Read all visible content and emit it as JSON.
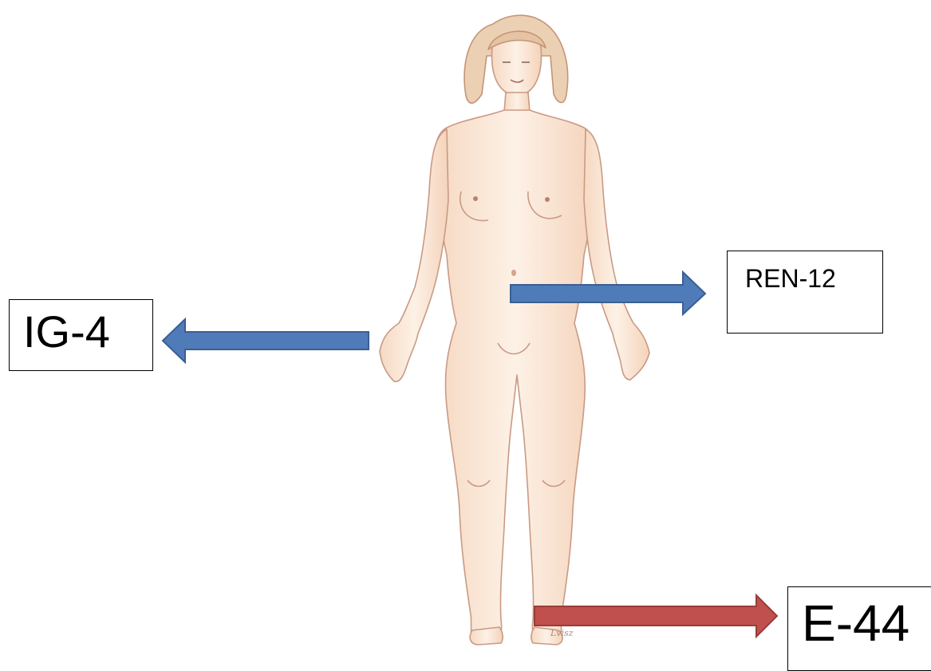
{
  "labels": {
    "left_label": "IG-4",
    "right_label": "REN-12",
    "bottom_label": "E-44"
  },
  "artist_signature": "Lvisz",
  "colors": {
    "arrow_blue": "#4f7bb8",
    "arrow_blue_outline": "#3a5f93",
    "arrow_red": "#c0504d",
    "arrow_red_outline": "#9a3c39",
    "skin": "#fbe9d6",
    "skin_outline": "#c99a85",
    "hair": "#e8c7a8",
    "box_border": "#000000"
  }
}
